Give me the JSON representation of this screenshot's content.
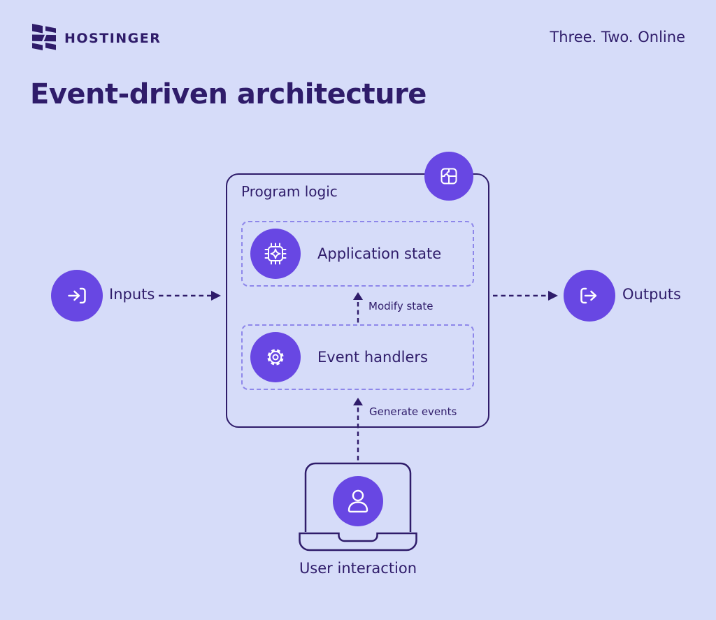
{
  "colors": {
    "background": "#d6dcf9",
    "ink": "#2f1c6a",
    "accent": "#6847e3",
    "dashed_border": "#8e87ea",
    "icon_stroke": "#ffffff"
  },
  "header": {
    "brand": "HOSTINGER",
    "brand_logo_icon": "hostinger-h-logo-icon",
    "tagline": "Three. Two. Online"
  },
  "title": "Event-driven architecture",
  "diagram": {
    "container": {
      "label": "Program logic",
      "icon": "puzzle-icon"
    },
    "nodes": {
      "application_state": {
        "label": "Application state",
        "icon": "chip-icon"
      },
      "event_handlers": {
        "label": "Event handlers",
        "icon": "gear-icon"
      }
    },
    "inputs": {
      "label": "Inputs",
      "icon": "log-in-icon"
    },
    "outputs": {
      "label": "Outputs",
      "icon": "log-out-icon"
    },
    "arrows": {
      "inputs_to_program": {
        "direction": "right",
        "style": "dashed"
      },
      "program_to_outputs": {
        "direction": "right",
        "style": "dashed"
      },
      "modify_state": {
        "label": "Modify state",
        "direction": "up",
        "style": "dashed"
      },
      "generate_events": {
        "label": "Generate events",
        "direction": "up",
        "style": "dashed"
      }
    },
    "user_interaction": {
      "label": "User interaction",
      "icon": "user-laptop-icon"
    }
  }
}
